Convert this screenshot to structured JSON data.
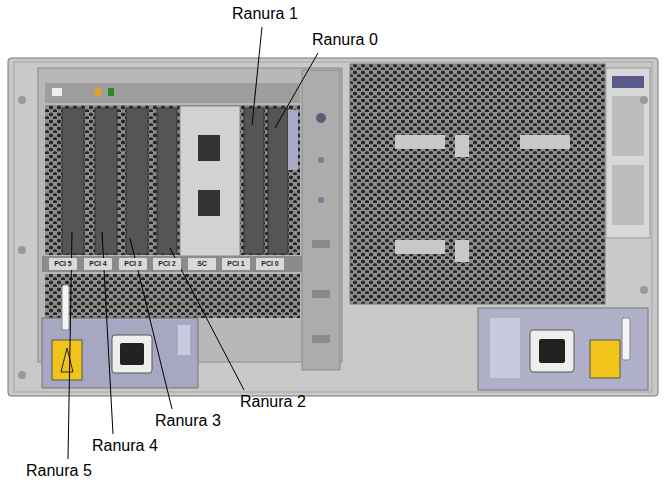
{
  "diagram": {
    "labels": [
      "Ranura 1",
      "Ranura 0",
      "Ranura 2",
      "Ranura 3",
      "Ranura 4",
      "Ranura 5",
      "PCI 5",
      "PCI 4",
      "PCI 3",
      "PCI 2",
      "SC",
      "PCI 1",
      "PCI 0"
    ]
  }
}
